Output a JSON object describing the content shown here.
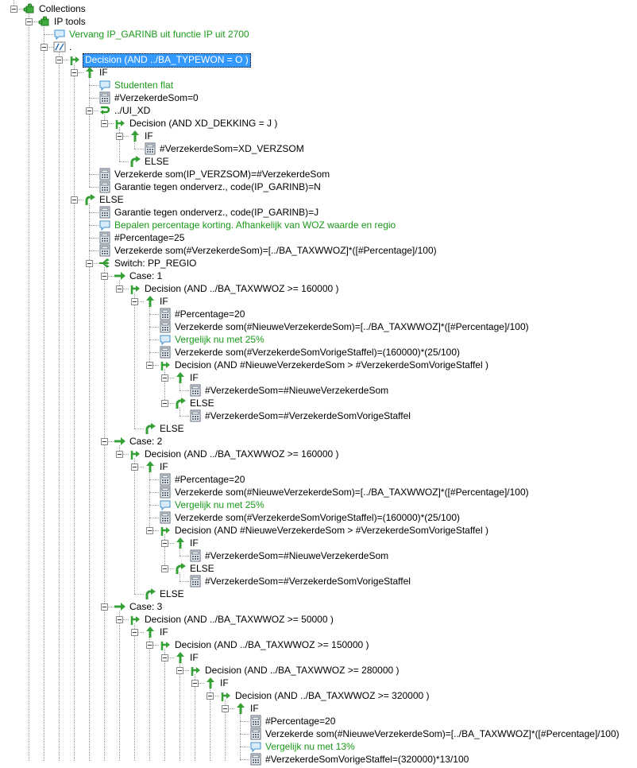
{
  "tree": {
    "nodes": [
      {
        "level": 0,
        "icon": "puzzle",
        "label": "Collections"
      },
      {
        "level": 1,
        "icon": "puzzle",
        "label": "IP tools"
      },
      {
        "level": 2,
        "icon": "comment",
        "label": "Vervang IP_GARINB uit functie IP uit 2700"
      },
      {
        "level": 2,
        "icon": "sequence",
        "label": "."
      },
      {
        "level": 3,
        "icon": "decision",
        "label": "Decision (AND ../BA_TYPEWON = O )",
        "selected": true
      },
      {
        "level": 4,
        "icon": "if",
        "label": "IF"
      },
      {
        "level": 5,
        "icon": "comment",
        "label": "Studenten flat"
      },
      {
        "level": 5,
        "icon": "calc",
        "label": "#VerzekerdeSom=0"
      },
      {
        "level": 5,
        "icon": "loop",
        "label": "../UI_XD"
      },
      {
        "level": 6,
        "icon": "decision",
        "label": "Decision (AND XD_DEKKING = J )"
      },
      {
        "level": 7,
        "icon": "if",
        "label": "IF"
      },
      {
        "level": 8,
        "icon": "calc",
        "label": "#VerzekerdeSom=XD_VERZSOM"
      },
      {
        "level": 7,
        "icon": "else",
        "label": "ELSE"
      },
      {
        "level": 5,
        "icon": "calc",
        "label": "Verzekerde som(IP_VERZSOM)=#VerzekerdeSom"
      },
      {
        "level": 5,
        "icon": "calc",
        "label": "Garantie tegen onderverz., code(IP_GARINB)=N"
      },
      {
        "level": 4,
        "icon": "else",
        "label": "ELSE"
      },
      {
        "level": 5,
        "icon": "calc",
        "label": "Garantie tegen onderverz., code(IP_GARINB)=J"
      },
      {
        "level": 5,
        "icon": "comment",
        "label": "Bepalen percentage korting. Afhankelijk van WOZ waarde en regio"
      },
      {
        "level": 5,
        "icon": "calc",
        "label": "#Percentage=25"
      },
      {
        "level": 5,
        "icon": "calc",
        "label": "Verzekerde som(#VerzekerdeSom)=[../BA_TAXWWOZ]*([#Percentage]/100)"
      },
      {
        "level": 5,
        "icon": "switch",
        "label": "Switch: PP_REGIO"
      },
      {
        "level": 6,
        "icon": "case",
        "label": "Case: 1"
      },
      {
        "level": 7,
        "icon": "decision",
        "label": "Decision (AND ../BA_TAXWWOZ >= 160000 )"
      },
      {
        "level": 8,
        "icon": "if",
        "label": "IF"
      },
      {
        "level": 9,
        "icon": "calc",
        "label": "#Percentage=20"
      },
      {
        "level": 9,
        "icon": "calc",
        "label": "Verzekerde som(#NieuweVerzekerdeSom)=[../BA_TAXWWOZ]*([#Percentage]/100)"
      },
      {
        "level": 9,
        "icon": "comment",
        "label": "Vergelijk nu met 25%"
      },
      {
        "level": 9,
        "icon": "calc",
        "label": "Verzekerde som(#VerzekerdeSomVorigeStaffel)=(160000)*(25/100)"
      },
      {
        "level": 9,
        "icon": "decision",
        "label": "Decision (AND #NieuweVerzekerdeSom > #VerzekerdeSomVorigeStaffel )"
      },
      {
        "level": 10,
        "icon": "if",
        "label": "IF"
      },
      {
        "level": 11,
        "icon": "calc",
        "label": "#VerzekerdeSom=#NieuweVerzekerdeSom"
      },
      {
        "level": 10,
        "icon": "else",
        "label": "ELSE"
      },
      {
        "level": 11,
        "icon": "calc",
        "label": "#VerzekerdeSom=#VerzekerdeSomVorigeStaffel"
      },
      {
        "level": 8,
        "icon": "else",
        "label": "ELSE"
      },
      {
        "level": 6,
        "icon": "case",
        "label": "Case: 2"
      },
      {
        "level": 7,
        "icon": "decision",
        "label": "Decision (AND ../BA_TAXWWOZ >= 160000 )"
      },
      {
        "level": 8,
        "icon": "if",
        "label": "IF"
      },
      {
        "level": 9,
        "icon": "calc",
        "label": "#Percentage=20"
      },
      {
        "level": 9,
        "icon": "calc",
        "label": "Verzekerde som(#NieuweVerzekerdeSom)=[../BA_TAXWWOZ]*([#Percentage]/100)"
      },
      {
        "level": 9,
        "icon": "comment",
        "label": "Vergelijk nu met 25%"
      },
      {
        "level": 9,
        "icon": "calc",
        "label": "Verzekerde som(#VerzekerdeSomVorigeStaffel)=(160000)*(25/100)"
      },
      {
        "level": 9,
        "icon": "decision",
        "label": "Decision (AND #NieuweVerzekerdeSom > #VerzekerdeSomVorigeStaffel )"
      },
      {
        "level": 10,
        "icon": "if",
        "label": "IF"
      },
      {
        "level": 11,
        "icon": "calc",
        "label": "#VerzekerdeSom=#NieuweVerzekerdeSom"
      },
      {
        "level": 10,
        "icon": "else",
        "label": "ELSE"
      },
      {
        "level": 11,
        "icon": "calc",
        "label": "#VerzekerdeSom=#VerzekerdeSomVorigeStaffel"
      },
      {
        "level": 8,
        "icon": "else",
        "label": "ELSE"
      },
      {
        "level": 6,
        "icon": "case",
        "label": "Case: 3"
      },
      {
        "level": 7,
        "icon": "decision",
        "label": "Decision (AND ../BA_TAXWWOZ >= 50000 )"
      },
      {
        "level": 8,
        "icon": "if",
        "label": "IF"
      },
      {
        "level": 9,
        "icon": "decision",
        "label": "Decision (AND ../BA_TAXWWOZ >= 150000 )"
      },
      {
        "level": 10,
        "icon": "if",
        "label": "IF"
      },
      {
        "level": 11,
        "icon": "decision",
        "label": "Decision (AND ../BA_TAXWWOZ >= 280000 )"
      },
      {
        "level": 12,
        "icon": "if",
        "label": "IF"
      },
      {
        "level": 13,
        "icon": "decision",
        "label": "Decision (AND ../BA_TAXWWOZ >= 320000 )"
      },
      {
        "level": 14,
        "icon": "if",
        "label": "IF"
      },
      {
        "level": 15,
        "icon": "calc",
        "label": "#Percentage=20"
      },
      {
        "level": 15,
        "icon": "calc",
        "label": "Verzekerde som(#NieuweVerzekerdeSom)=[../BA_TAXWWOZ]*([#Percentage]/100)"
      },
      {
        "level": 15,
        "icon": "comment",
        "label": "Vergelijk nu met 13%"
      },
      {
        "level": 15,
        "icon": "calc",
        "label": "#VerzekerdeSomVorigeStaffel=(320000)*13/100"
      }
    ]
  },
  "colors": {
    "selection": "#3399ff",
    "comment_text": "#1a9a1a",
    "guide_lines": "#9a9a9a"
  }
}
